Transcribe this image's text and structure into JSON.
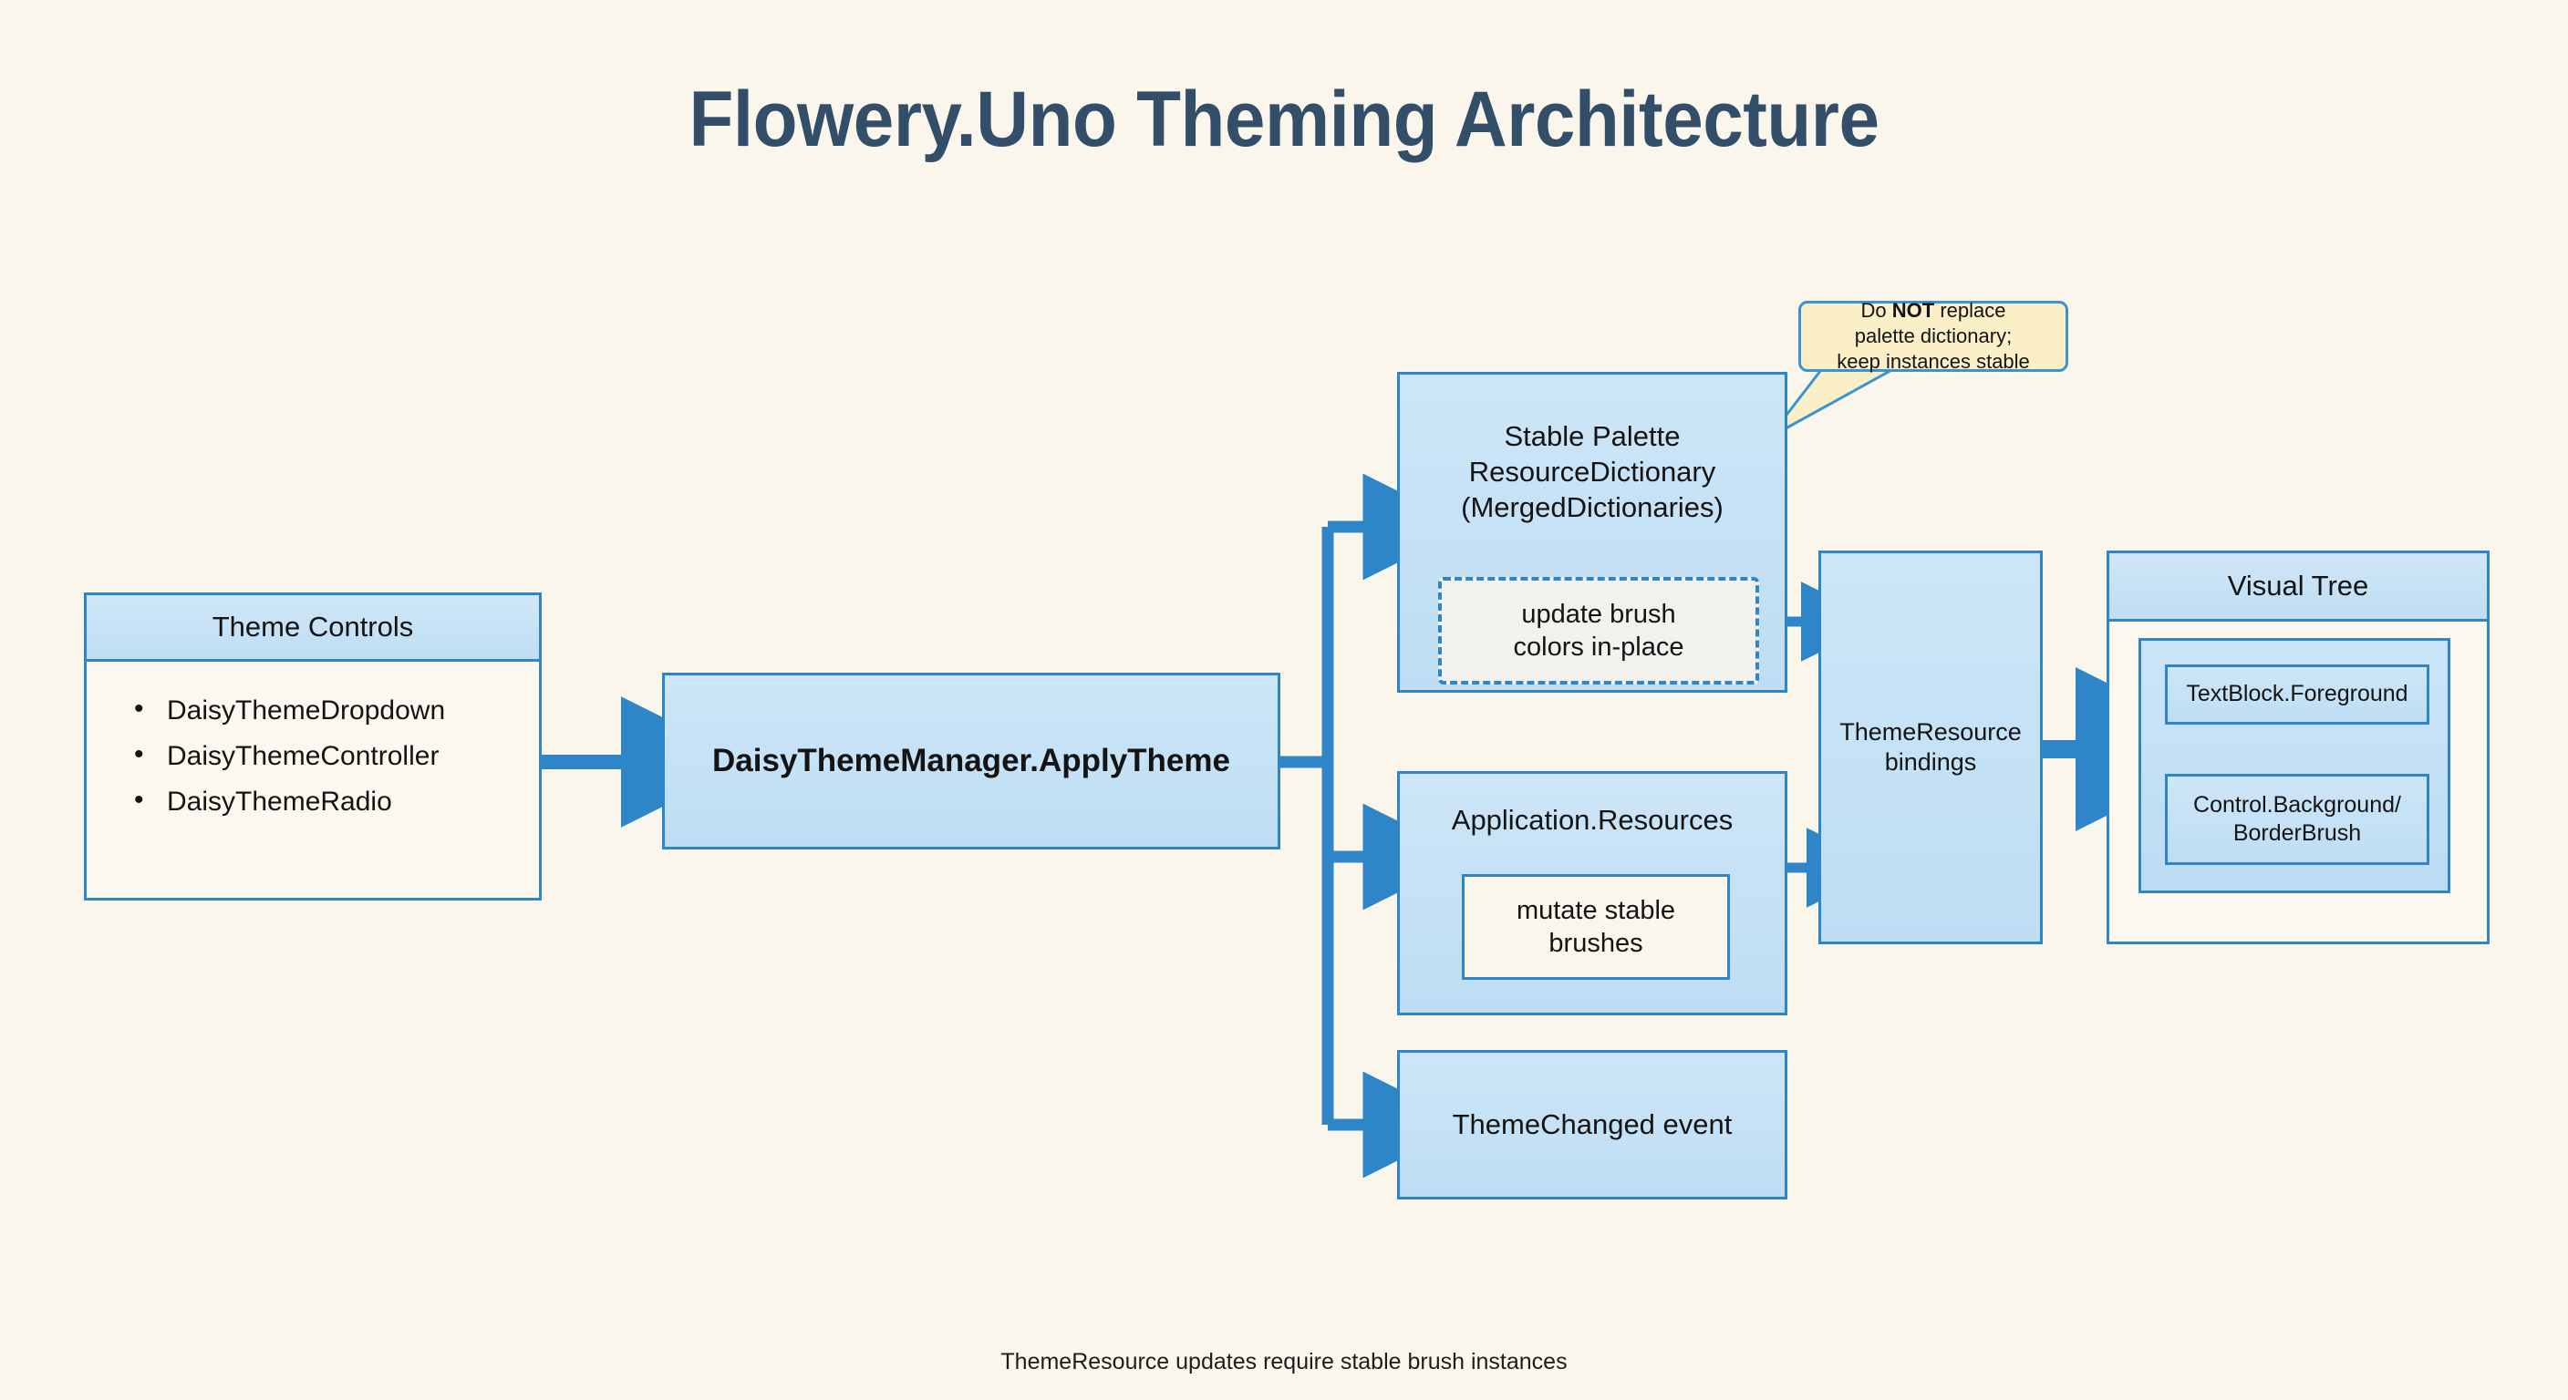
{
  "page": {
    "title": "Flowery.Uno Theming Architecture",
    "footer_note": "ThemeResource updates require stable brush instances",
    "background_color": "#FBF6EC",
    "accent_color": "#2E86C8",
    "title_color": "#334E68",
    "box_fill_color": "#C6E2F5",
    "callout_fill_color": "#FBEFC8"
  },
  "theme_controls": {
    "header": "Theme Controls",
    "items": [
      "DaisyThemeDropdown",
      "DaisyThemeController",
      "DaisyThemeRadio"
    ]
  },
  "manager": {
    "label": "DaisyThemeManager.ApplyTheme"
  },
  "stable_palette": {
    "title_line1": "Stable Palette",
    "title_line2": "ResourceDictionary",
    "title_line3": "(MergedDictionaries)",
    "inner_line1": "update brush",
    "inner_line2": "colors in-place"
  },
  "app_resources": {
    "title": "Application.Resources",
    "inner_line1": "mutate stable",
    "inner_line2": "brushes"
  },
  "theme_changed": {
    "label": "ThemeChanged event"
  },
  "theme_resource": {
    "line1": "ThemeResource",
    "line2": "bindings"
  },
  "visual_tree": {
    "header": "Visual Tree",
    "nodes": [
      {
        "label": "TextBlock.Foreground"
      },
      {
        "label_line1": "Control.Background/",
        "label_line2": "BorderBrush"
      }
    ]
  },
  "callout": {
    "prefix": "Do ",
    "emphasis": "NOT",
    "suffix": " replace",
    "line2": "palette dictionary;",
    "line3": "keep instances stable"
  }
}
